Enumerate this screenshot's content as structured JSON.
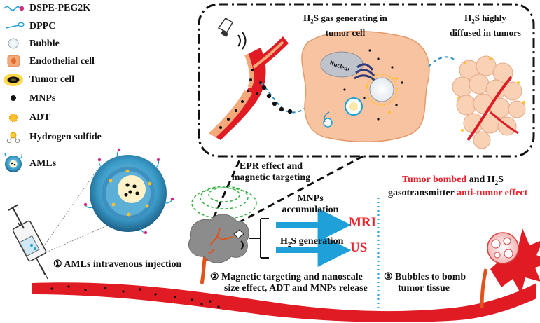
{
  "legend": [
    {
      "icon": "dspe-peg2k-icon",
      "label": "DSPE-PEG2K"
    },
    {
      "icon": "dppc-icon",
      "label": "DPPC"
    },
    {
      "icon": "bubble-icon",
      "label": "Bubble"
    },
    {
      "icon": "endothelial-cell-icon",
      "label": "Endothelial cell"
    },
    {
      "icon": "tumor-cell-icon",
      "label": "Tumor cell"
    },
    {
      "icon": "mnps-icon",
      "label": "MNPs"
    },
    {
      "icon": "adt-icon",
      "label": "ADT"
    },
    {
      "icon": "hydrogen-sulfide-icon",
      "label": "Hydrogen sulfide"
    },
    {
      "icon": "amls-icon",
      "label": "AMLs"
    }
  ],
  "inset": {
    "h2s_generating": [
      "H",
      "2",
      "S gas generating in",
      "tumor cell"
    ],
    "h2s_diffused": [
      "H",
      "2",
      "S highly",
      "diffused in tumors"
    ],
    "nucleus": "Nucleus"
  },
  "labels": {
    "epr": [
      "EPR effect and",
      "magnetic targeting"
    ],
    "mnps_accumulation": [
      "MNPs",
      "accumulation"
    ],
    "mri": "MRI",
    "h2s_generation": [
      "H",
      "2",
      "S generation"
    ],
    "us": "US",
    "step1": "① AMLs intravenous injection",
    "step2": [
      "② Magnetic targeting and nanoscale",
      "size effect, ADT and MNPs release"
    ],
    "step3": [
      "③ Bubbles to bomb",
      "tumor tissue"
    ],
    "tumor_bombed": "Tumor bombed",
    "and_h2s": [
      " and H",
      "2",
      "S"
    ],
    "gasotransmitter": "gasotransmitter ",
    "anti_tumor": "anti-tumor effect"
  },
  "colors": {
    "vessel": "#e01b24",
    "endothelial": "#f4a97a",
    "arrow_blue": "#1fa0d8",
    "dashed_blue": "#2a8fc0",
    "tumor_gray": "#8c8c8c",
    "highlight_red": "#e8202a"
  }
}
